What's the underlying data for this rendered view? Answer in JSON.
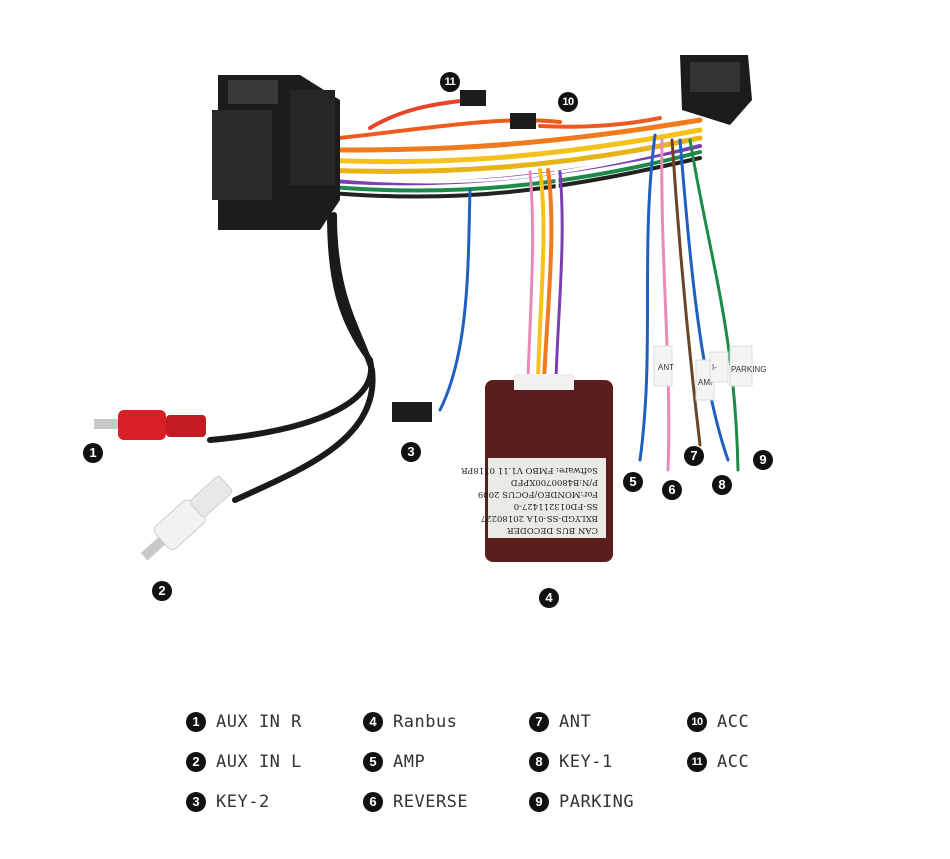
{
  "callouts": [
    "1",
    "2",
    "3",
    "4",
    "5",
    "6",
    "7",
    "8",
    "9",
    "10",
    "11"
  ],
  "legend": [
    {
      "num": "1",
      "label": "AUX IN R"
    },
    {
      "num": "4",
      "label": "Ranbus"
    },
    {
      "num": "7",
      "label": "ANT"
    },
    {
      "num": "10",
      "label": "ACC"
    },
    {
      "num": "2",
      "label": "AUX IN L"
    },
    {
      "num": "5",
      "label": "AMP"
    },
    {
      "num": "8",
      "label": "KEY-1"
    },
    {
      "num": "11",
      "label": "ACC"
    },
    {
      "num": "3",
      "label": "KEY-2"
    },
    {
      "num": "6",
      "label": "REVERSE"
    },
    {
      "num": "9",
      "label": "PARKING"
    }
  ],
  "decoder": {
    "lines": [
      "CAN BUS DECODER",
      "BXLYGD-SS-01A 20180227",
      "SS-FD013211427-0",
      "For:MONDEO/FOCUS 2009",
      "P/N:B4800700XPFD",
      "Software: FMBO V1.11 0118PR"
    ]
  },
  "wire_tags": [
    "ANT",
    "AMP",
    "I-",
    "PARKING"
  ],
  "colors": {
    "connector": "#1c1c1c",
    "decoder_box": "#5a1e1c",
    "red_rca": "#d81f26",
    "white_rca": "#f2f2f2",
    "wire_orange": "#f07a1c",
    "wire_yellow": "#f4c21a",
    "wire_blue": "#1f5fbf",
    "wire_purple": "#7a3fb0",
    "wire_green": "#1d8a4a",
    "wire_pink": "#e88bb8",
    "wire_brown": "#6b4526"
  }
}
